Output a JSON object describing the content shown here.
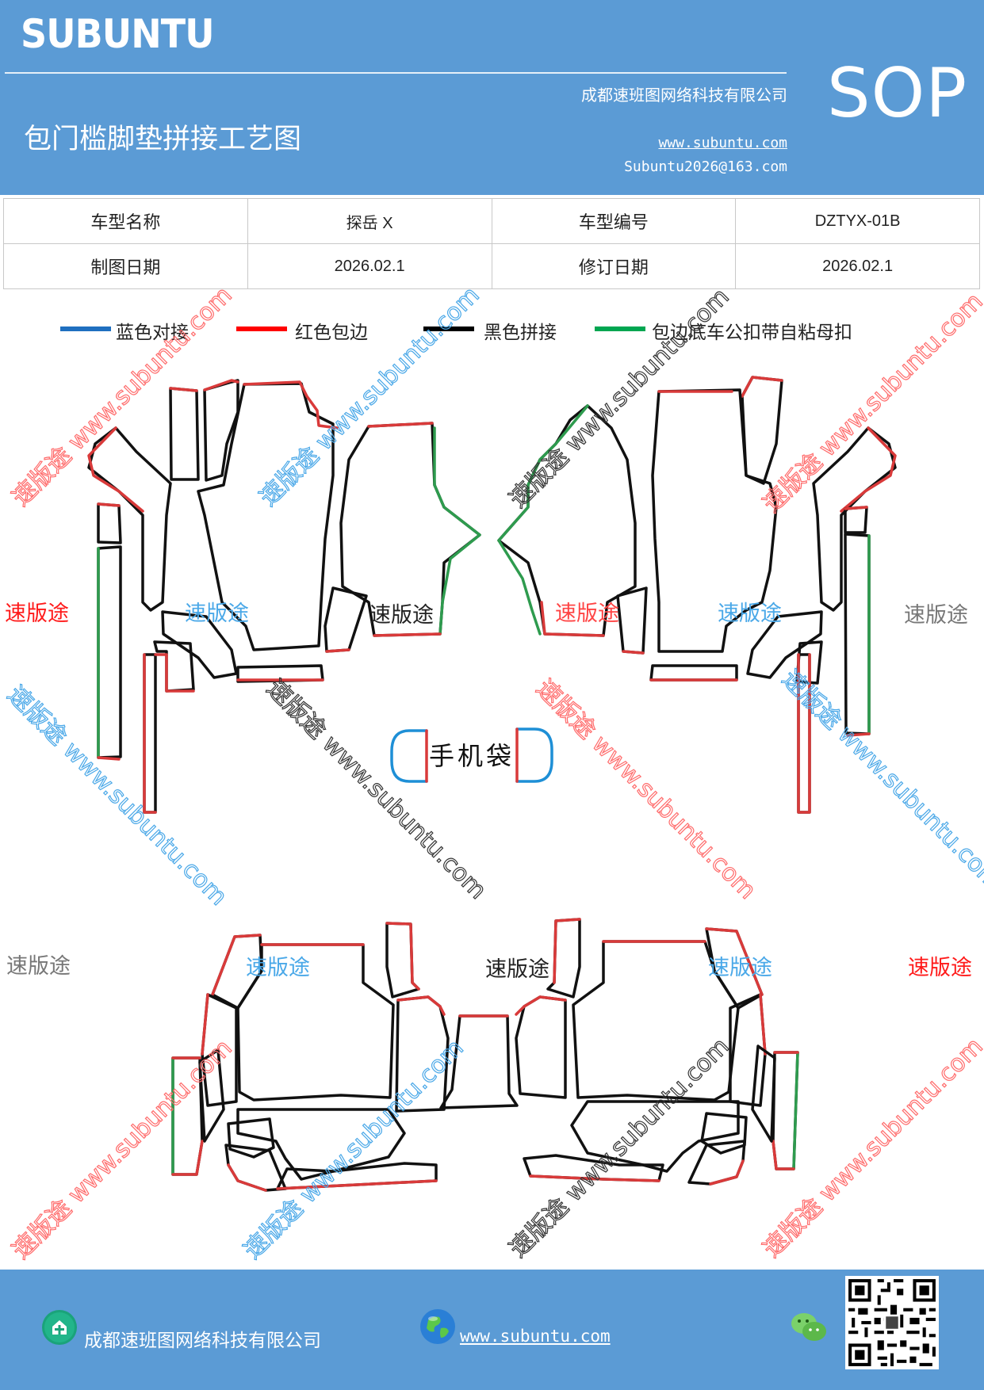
{
  "header": {
    "brand": "SUBUNTU",
    "company": "成都速班图网络科技有限公司",
    "title": "包门槛脚垫拼接工艺图",
    "website": "www.subuntu.com",
    "email": "Subuntu2026@163.com",
    "doc_type": "SOP"
  },
  "info_table": {
    "rows": [
      [
        "车型名称",
        "探岳 X",
        "车型编号",
        "DZTYX-01B"
      ],
      [
        "制图日期",
        "2026.02.1",
        "修订日期",
        "2026.02.1"
      ]
    ]
  },
  "legend": [
    {
      "label": "蓝色对接",
      "color": "#1f6fc0"
    },
    {
      "label": "红色包边",
      "color": "#ff0000"
    },
    {
      "label": "黑色拼接",
      "color": "#000000"
    },
    {
      "label": "包边底车公扣带自粘母扣",
      "color": "#00a651"
    }
  ],
  "colors": {
    "header_bg": "#5b9bd5",
    "edge_red": "#d93a3a",
    "edge_green": "#2e9b4e",
    "edge_blue": "#1e8fd6",
    "edge_black": "#111111"
  },
  "diagram": {
    "phone_bag_label": "手机袋"
  },
  "watermarks": {
    "brand_cn": "速版途",
    "url_text": "速版途 www.subuntu.com",
    "url_only": "www.subuntu.com"
  },
  "footer": {
    "company": "成都速班图网络科技有限公司",
    "website": "www.subuntu.com",
    "icons": [
      "company-icon",
      "globe-icon",
      "wechat-icon",
      "qr-code"
    ]
  }
}
